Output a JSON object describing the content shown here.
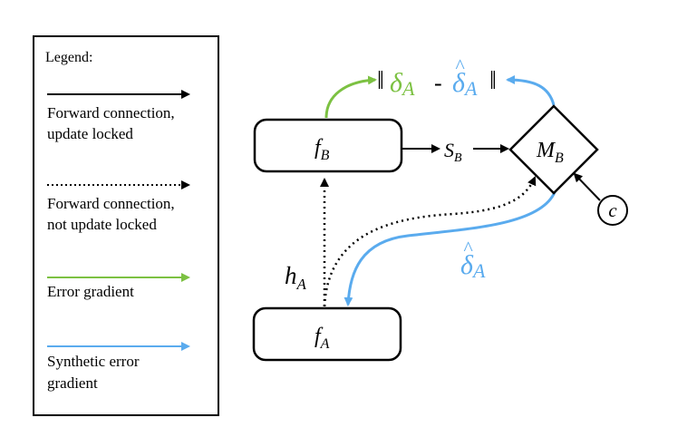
{
  "colors": {
    "forward": "#000000",
    "error_gradient": "#7cc142",
    "synthetic_gradient": "#5aabee"
  },
  "legend": {
    "title": "Legend:",
    "items": [
      {
        "style": "solid",
        "color_key": "forward",
        "line1": "Forward connection,",
        "line2": "update locked"
      },
      {
        "style": "dotted",
        "color_key": "forward",
        "line1": "Forward connection,",
        "line2": "not update locked"
      },
      {
        "style": "solid",
        "color_key": "error_gradient",
        "line1": "Error gradient",
        "line2": ""
      },
      {
        "style": "solid",
        "color_key": "synthetic_gradient",
        "line1": "Synthetic error",
        "line2": "gradient"
      }
    ]
  },
  "nodes": {
    "f_b": {
      "main": "f",
      "sub": "B"
    },
    "f_a": {
      "main": "f",
      "sub": "A"
    },
    "m_b": {
      "main": "M",
      "sub": "B"
    },
    "c": {
      "main": "c"
    }
  },
  "labels": {
    "s_b": {
      "main": "S",
      "sub": "B"
    },
    "h_a": {
      "main": "h",
      "sub": "A"
    },
    "delta_hat_a": {
      "main": "δ",
      "hat": "^",
      "sub": "A"
    },
    "norm": {
      "left_bar": "‖",
      "delta": "δ",
      "delta_sub": "A",
      "minus": "-",
      "delta_hat": "δ",
      "hat": "^",
      "delta_hat_sub": "A",
      "right_bar": "‖"
    }
  }
}
